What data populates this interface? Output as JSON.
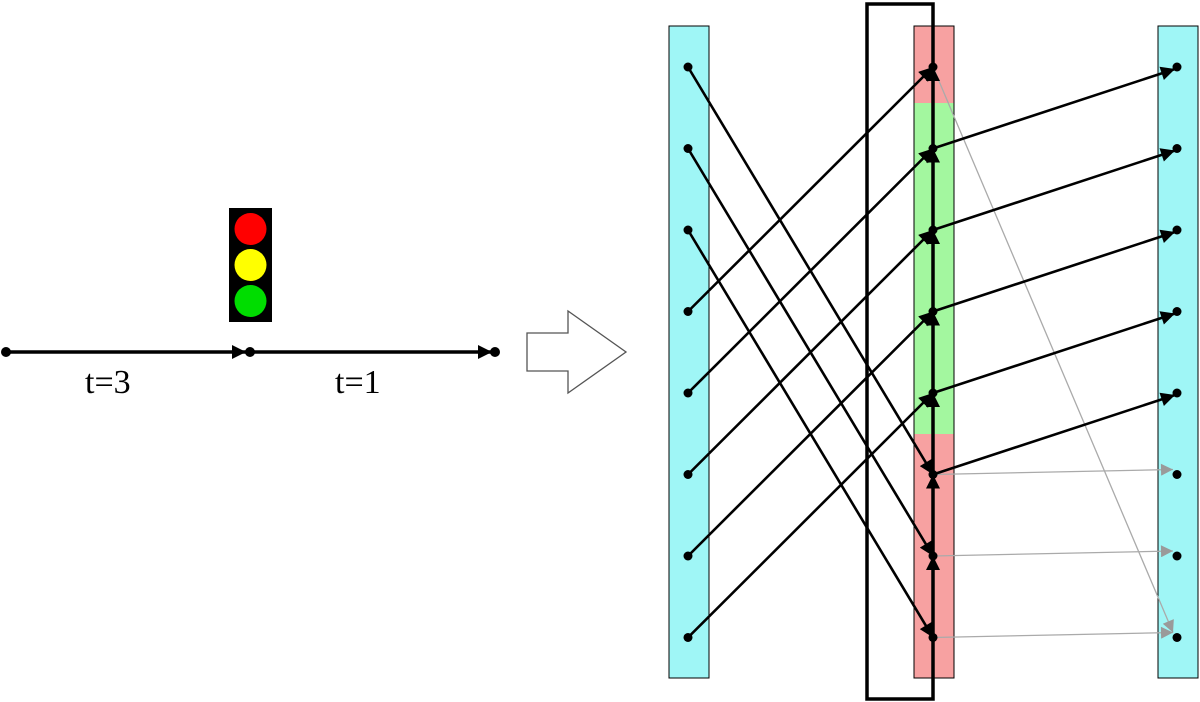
{
  "road": {
    "segment_1_label": "t=3",
    "segment_2_label": "t=1"
  },
  "traffic_light": {
    "colors": {
      "housing": "#000000",
      "red": "#ff0000",
      "yellow": "#ffff00",
      "green": "#00dd00"
    }
  },
  "expansion": {
    "column_color": "#9ff6f6",
    "red_phase_color": "#f7a1a1",
    "green_phase_color": "#a3f79f",
    "faded_arrow_color": "#aaaaaa",
    "node_count": 8,
    "green_phase_nodes": [
      1,
      4
    ],
    "red_phase_nodes": [
      0,
      5,
      6,
      7
    ],
    "left_to_middle_edges": [
      [
        0,
        5
      ],
      [
        1,
        6
      ],
      [
        2,
        7
      ],
      [
        3,
        0
      ],
      [
        4,
        1
      ],
      [
        5,
        2
      ],
      [
        6,
        3
      ],
      [
        7,
        4
      ]
    ],
    "middle_to_right_edges": [
      [
        1,
        0
      ],
      [
        2,
        1
      ],
      [
        3,
        2
      ],
      [
        4,
        3
      ],
      [
        5,
        4
      ]
    ],
    "faded_edges": [
      [
        0,
        7
      ],
      [
        5,
        5
      ],
      [
        6,
        6
      ],
      [
        7,
        7
      ]
    ]
  }
}
